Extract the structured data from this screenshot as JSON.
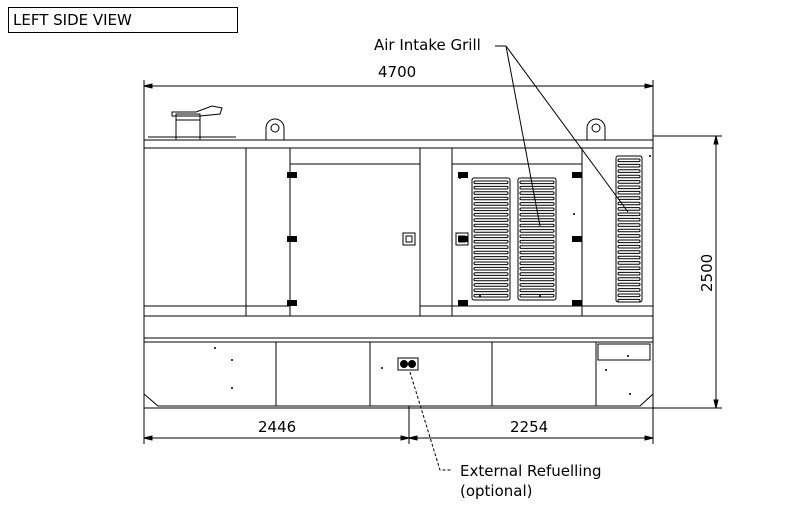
{
  "view_title": "LEFT SIDE VIEW",
  "dimensions": {
    "overall_length": "4700",
    "height": "2500",
    "left_segment": "2446",
    "right_segment": "2254"
  },
  "callouts": {
    "air_intake": "Air Intake Grill",
    "refuel_line1": "External Refuelling",
    "refuel_line2": "(optional)"
  }
}
